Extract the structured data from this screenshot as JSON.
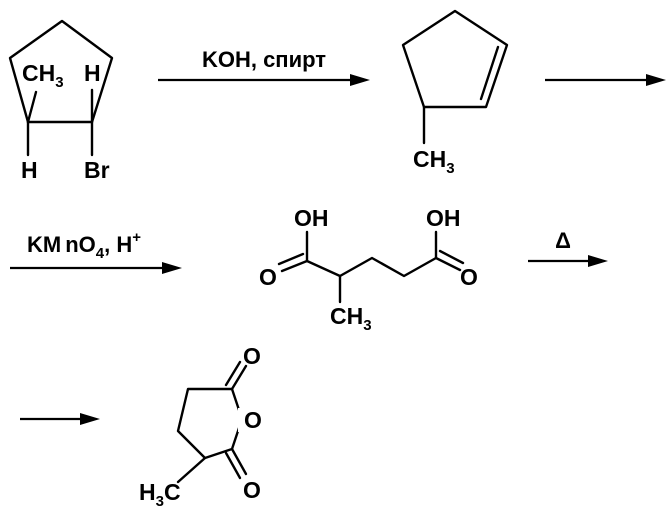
{
  "colors": {
    "ink": "#000000",
    "background": "#ffffff"
  },
  "molecule1": {
    "ch3": "CH",
    "ch3_sub": "3",
    "h_top": "H",
    "h_bottom": "H",
    "br": "Br"
  },
  "step1": {
    "reagents": "KOH, спирт"
  },
  "molecule2": {
    "ch3": "CH",
    "ch3_sub": "3"
  },
  "step3": {
    "reagent_a": "KM",
    "reagent_b": "nO",
    "reagent_sub": "4",
    "reagent_c": ", H",
    "reagent_sup": "+"
  },
  "molecule3": {
    "oh_left": "OH",
    "oh_right": "OH",
    "o_left": "O",
    "o_right": "O",
    "ch3": "CH",
    "ch3_sub": "3"
  },
  "step4": {
    "heat": "Δ"
  },
  "molecule4": {
    "o_top": "O",
    "o_ring": "O",
    "o_bottom": "O",
    "h3c_h": "H",
    "h3c_sub": "3",
    "h3c_c": "C"
  }
}
